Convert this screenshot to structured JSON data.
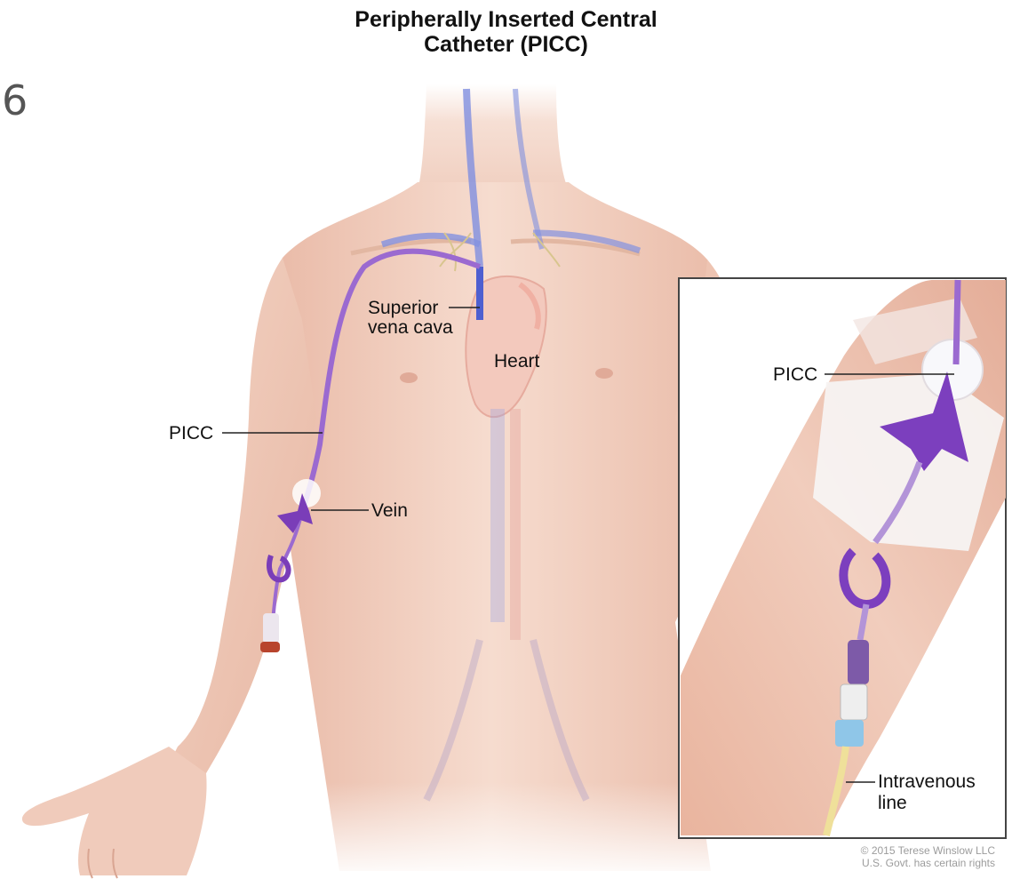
{
  "title": {
    "line1": "Peripherally Inserted Central",
    "line2": "Catheter (PICC)"
  },
  "slide_number": "6",
  "labels": {
    "svc_line1": "Superior",
    "svc_line2": "vena cava",
    "heart": "Heart",
    "picc_left": "PICC",
    "vein": "Vein",
    "picc_inset": "PICC",
    "iv_line1": "Intravenous",
    "iv_line2": "line"
  },
  "copyright": {
    "line1": "© 2015 Terese Winslow LLC",
    "line2": "U.S. Govt. has certain rights"
  },
  "colors": {
    "skin": "#f2d0c0",
    "skin_shadow": "#e4b3a0",
    "catheter": "#8a4cc2",
    "vein": "#6e7fd8",
    "heart": "#f0c4b8",
    "iv_line": "#f0e08c",
    "dressing": "#f6f3f2"
  }
}
